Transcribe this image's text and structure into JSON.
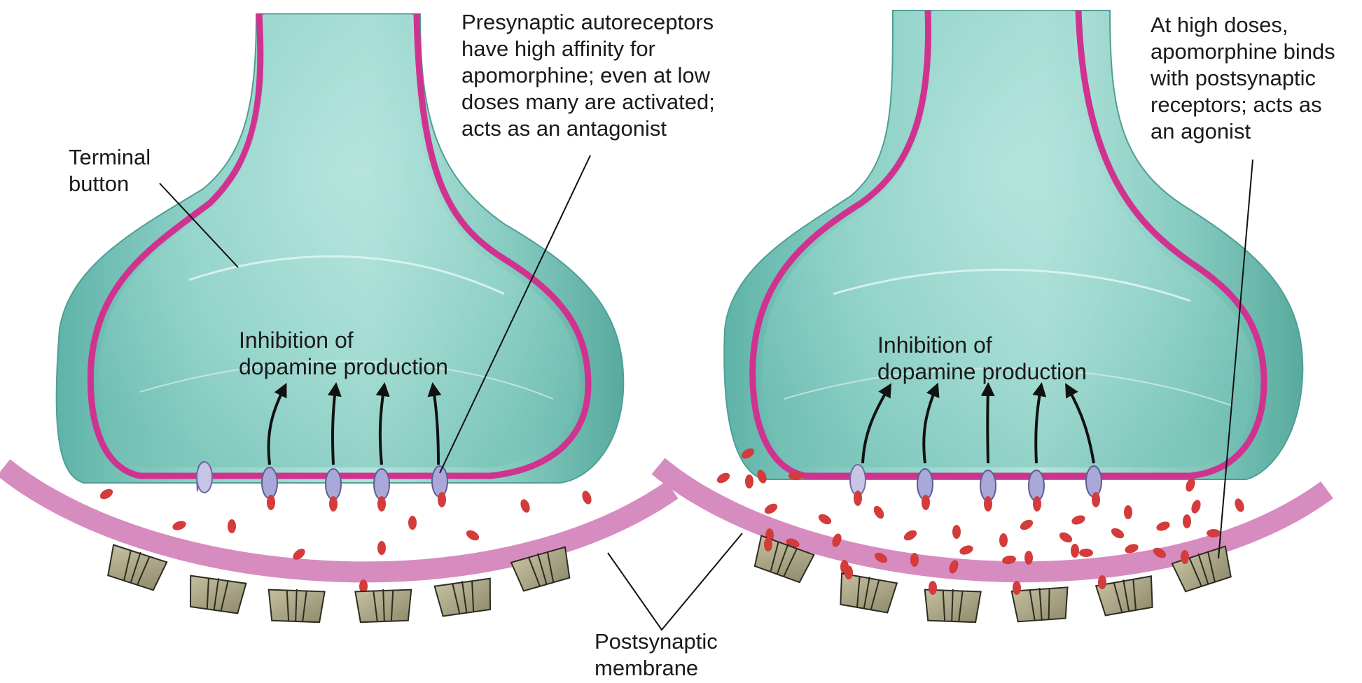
{
  "labels": {
    "terminal_button": "Terminal\nbutton",
    "presynaptic_note": "Presynaptic autoreceptors\nhave high affinity for\napomorphine; even at low\ndoses many are activated;\nacts as an antagonist",
    "high_dose_note": "At high doses,\napomorphine binds\nwith postsynaptic\nreceptors; acts as\nan agonist",
    "inhibition_left": "Inhibition of\ndopamine production",
    "inhibition_right": "Inhibition of\ndopamine production",
    "postsynaptic_membrane": "Postsynaptic\nmembrane"
  },
  "panels": [
    {
      "name": "low-dose",
      "activated_autoreceptors": 4,
      "total_autoreceptors": 5,
      "inhibition_arrows": 4
    },
    {
      "name": "high-dose",
      "activated_autoreceptors": 5,
      "total_autoreceptors": 5,
      "inhibition_arrows": 5
    }
  ],
  "colors": {
    "terminal_fill": "#8fd2c8",
    "terminal_dark": "#5fb7ab",
    "membrane_outline": "#d0338f",
    "postsynaptic_band": "#d78cc0",
    "autoreceptor": "#a9a8d8",
    "receptor": "#a9a586",
    "drug_molecule": "#d43b3b"
  }
}
